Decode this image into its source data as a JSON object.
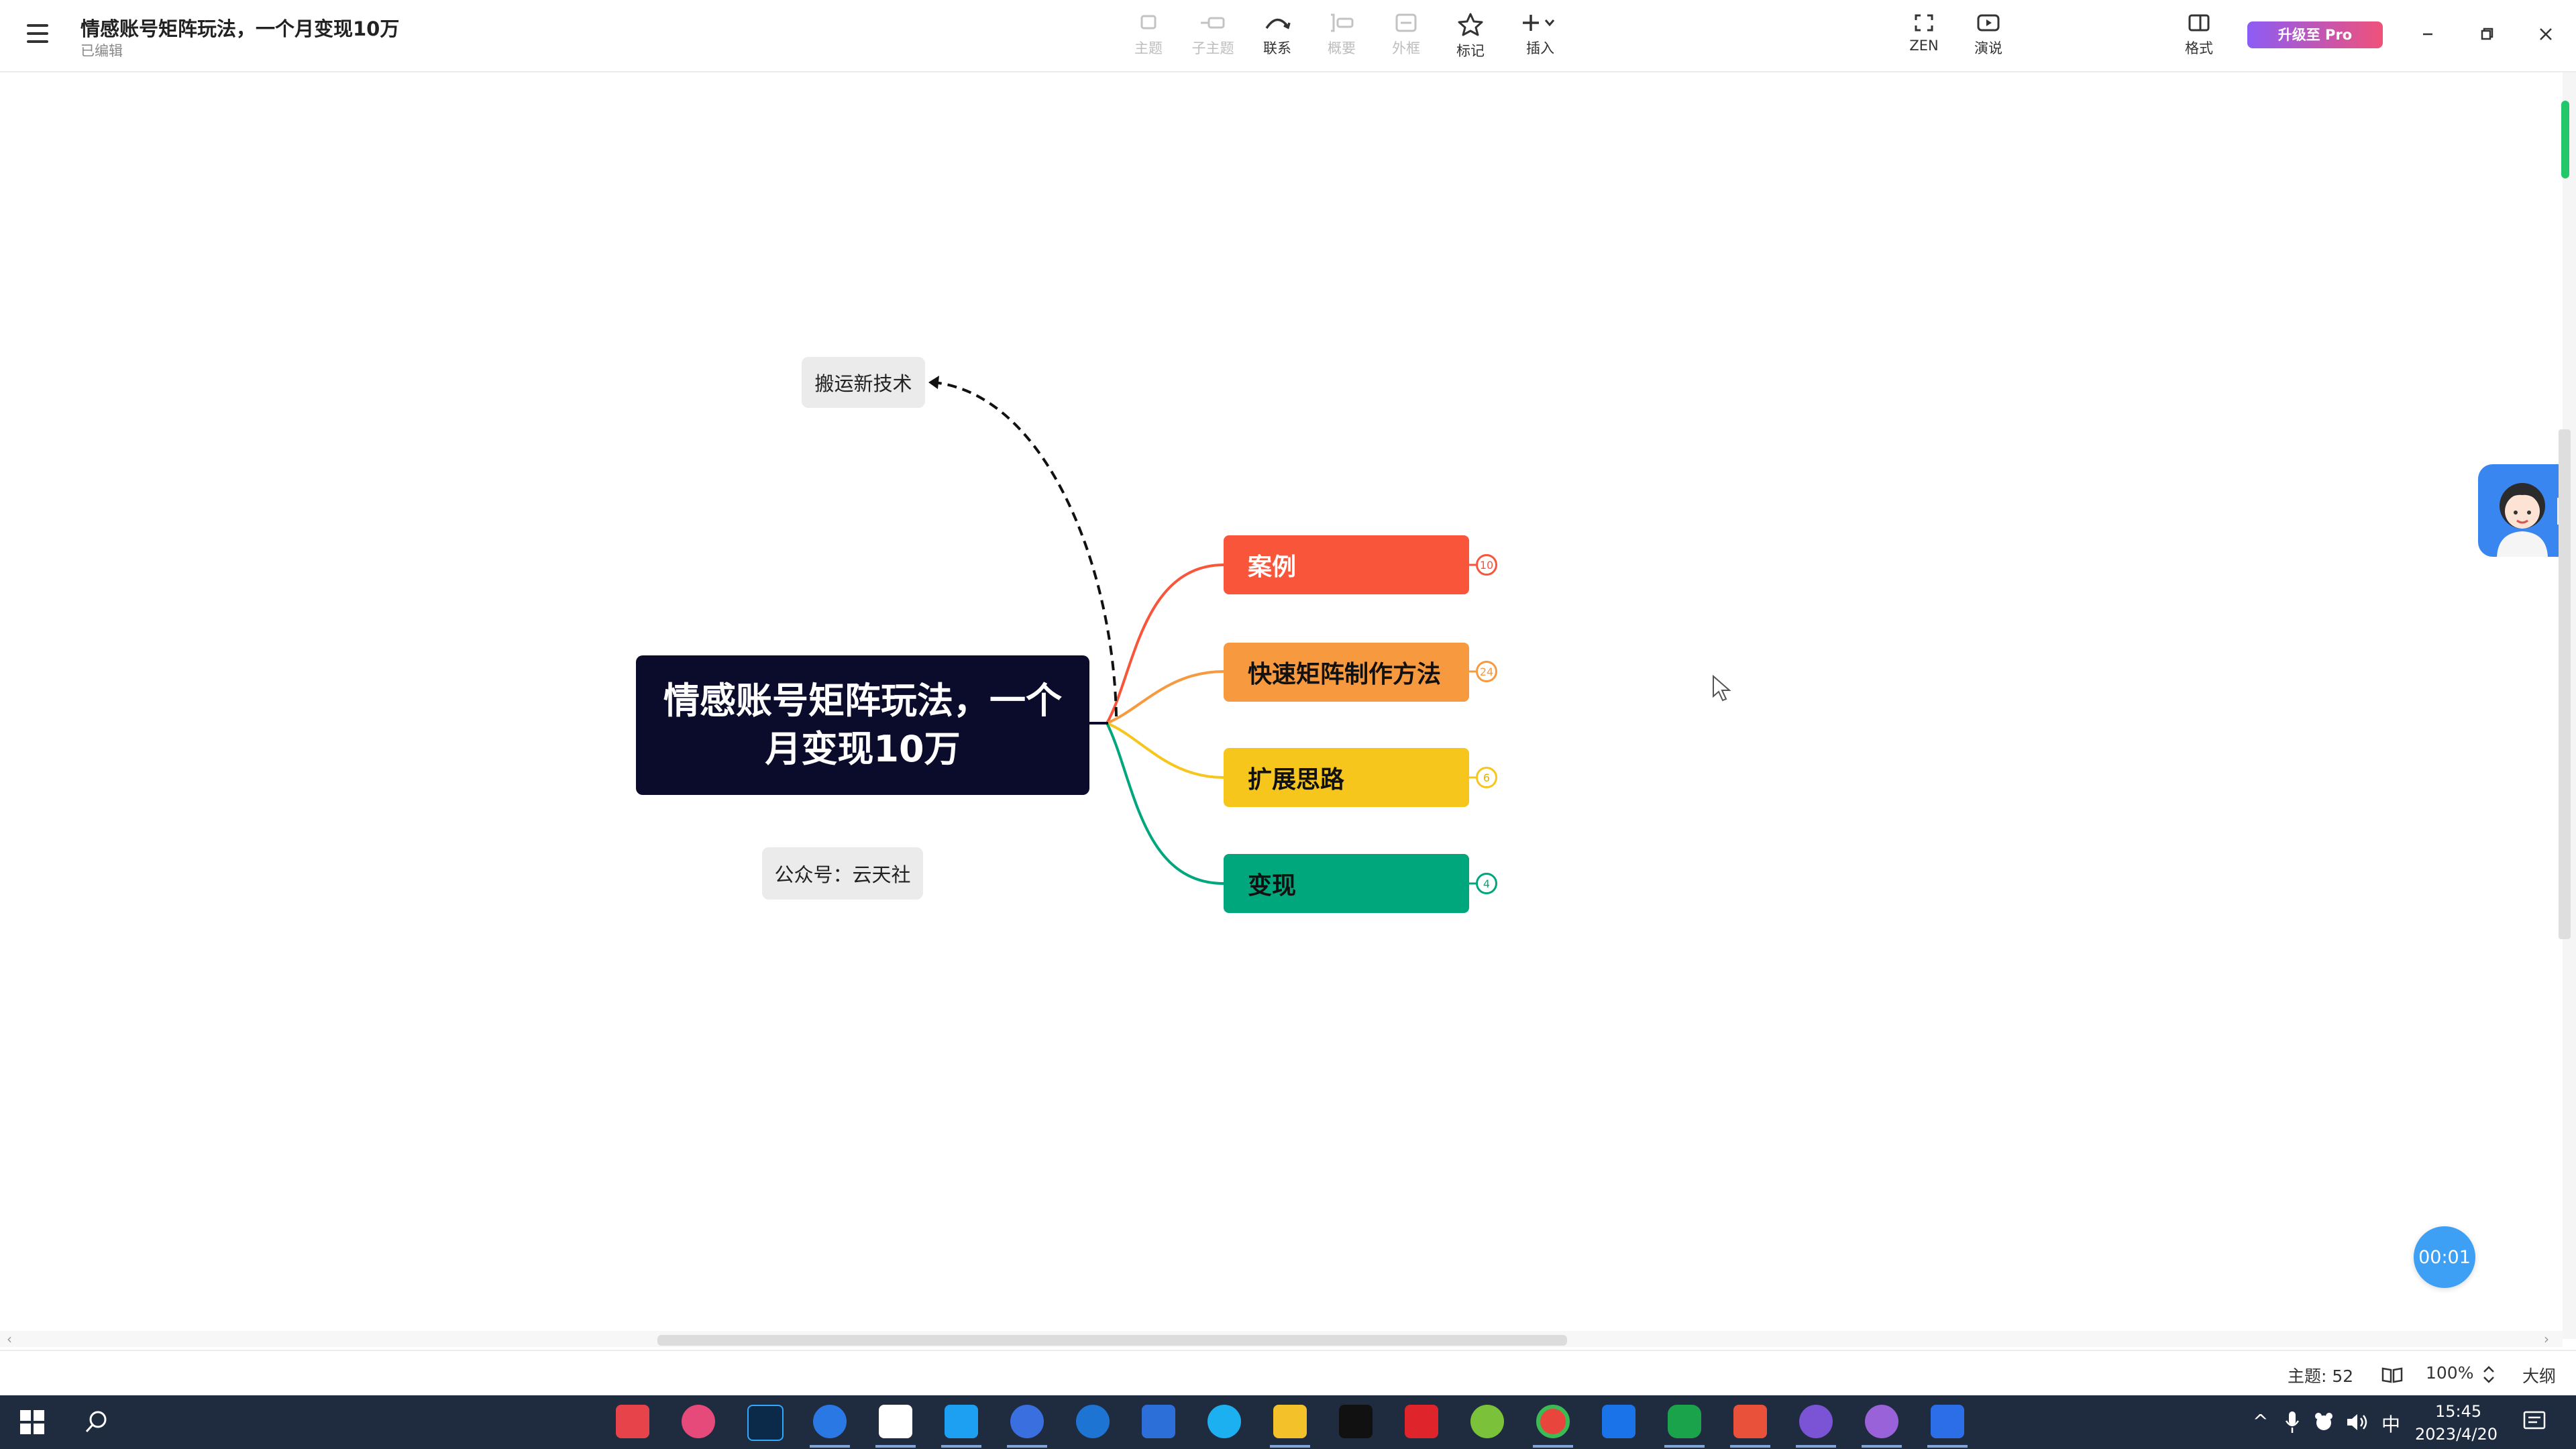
{
  "titlebar": {
    "title": "情感账号矩阵玩法，一个月变现10万",
    "status": "已编辑",
    "upgrade_label": "升级至 Pro"
  },
  "toolbar": {
    "tools": [
      {
        "label": "主题",
        "icon": "topic-icon",
        "enabled": false
      },
      {
        "label": "子主题",
        "icon": "subtopic-icon",
        "enabled": false
      },
      {
        "label": "联系",
        "icon": "relationship-icon",
        "enabled": true
      },
      {
        "label": "概要",
        "icon": "summary-icon",
        "enabled": false
      },
      {
        "label": "外框",
        "icon": "boundary-icon",
        "enabled": false
      },
      {
        "label": "标记",
        "icon": "star-icon",
        "enabled": true
      },
      {
        "label": "插入",
        "icon": "plus-icon",
        "enabled": true
      }
    ],
    "zen_label": "ZEN",
    "present_label": "演说",
    "format_label": "格式"
  },
  "mindmap": {
    "central": "情感账号矩阵玩法，一个月变现10万",
    "floating_top": "搬运新技术",
    "floating_bottom": "公众号：云天社",
    "branches": [
      {
        "label": "案例",
        "count": "10",
        "color": "#f9553a"
      },
      {
        "label": "快速矩阵制作方法",
        "count": "24",
        "color": "#f7993f"
      },
      {
        "label": "扩展思路",
        "count": "6",
        "color": "#f6c61c"
      },
      {
        "label": "变现",
        "count": "4",
        "color": "#00a67c"
      }
    ]
  },
  "timer": "00:01",
  "statusbar": {
    "topic_count": "主题: 52",
    "zoom": "100%",
    "outline_label": "大纲"
  },
  "taskbar": {
    "time": "15:45",
    "date": "2023/4/20",
    "ime": "中"
  }
}
